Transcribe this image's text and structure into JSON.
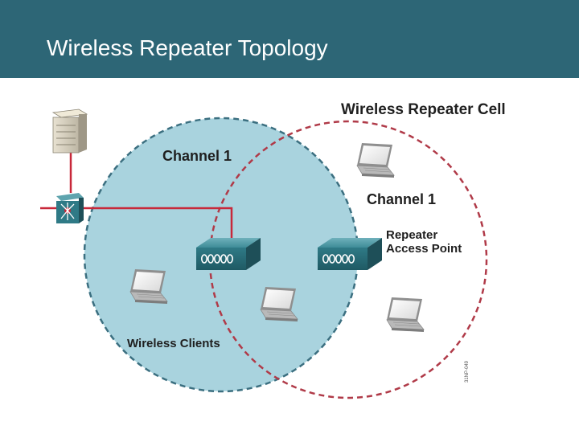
{
  "title": "Wireless Repeater Topology",
  "labels": {
    "repeater_cell": "Wireless Repeater Cell",
    "channel_left": "Channel 1",
    "channel_right": "Channel 1",
    "repeater_ap_line1": "Repeater",
    "repeater_ap_line2": "Access Point",
    "wireless_clients": "Wireless Clients",
    "figure_id": "31NP-049"
  },
  "colors": {
    "title_bar": "#2d6676",
    "cell_fill": "#a9d3de",
    "cell_border": "#3b6f80",
    "repeater_border": "#b03a48",
    "wire": "#c8283a",
    "device": "#2f7a86"
  },
  "icons": [
    "server-icon",
    "switch-icon",
    "access-point-icon",
    "repeater-access-point-icon",
    "laptop-icon"
  ]
}
